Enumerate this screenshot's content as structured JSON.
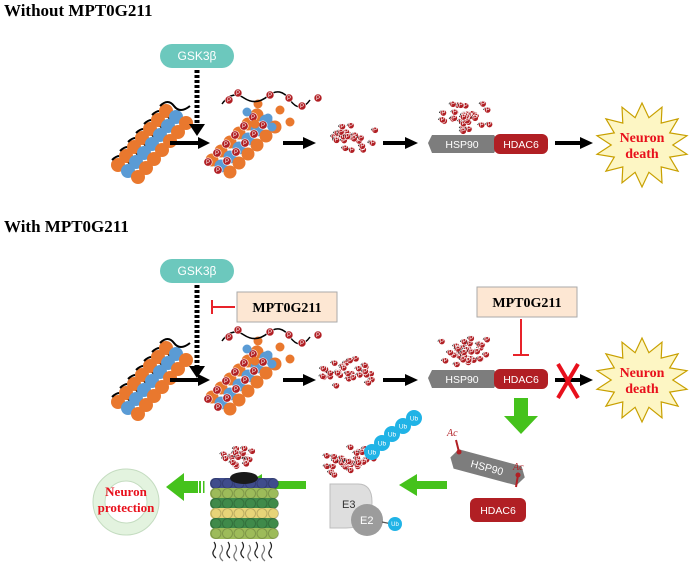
{
  "top": {
    "title": "Without MPT0G211",
    "gsk_label": "GSK3β",
    "hsp_label": "HSP90",
    "hdac_label": "HDAC6",
    "death_line1": "Neuron",
    "death_line2": "death"
  },
  "bottom": {
    "title": "With MPT0G211",
    "gsk_label": "GSK3β",
    "inhibitor_box1": "MPT0G211",
    "inhibitor_box2": "MPT0G211",
    "hsp_label": "HSP90",
    "hdac_label": "HDAC6",
    "death_line1": "Neuron",
    "death_line2": "death",
    "acetyl_hsp_label": "HSP90",
    "acetyl_mark": "Ac",
    "free_hdac_label": "HDAC6",
    "e3_label": "E3",
    "e2_label": "E2",
    "ub_label": "Ub",
    "protection_line1": "Neuron",
    "protection_line2": "protection"
  },
  "phospho_mark": "P",
  "colors": {
    "gsk": "#6cc8bd",
    "hsp90": "#7d7d7d",
    "hdac6": "#b11f24",
    "phospho": "#b11f24",
    "tubulin_orange": "#e9782e",
    "tubulin_blue": "#5a9bd5",
    "burst_fill": "#fdf6c4",
    "burst_stroke": "#c8a000",
    "inhibitor_box": "#fde7d3",
    "inhibitor_line": "#e8232a",
    "green_arrow": "#45c21c",
    "ubiquitin": "#20b3e6",
    "ring": "#e3f3df",
    "x_mark": "#e8101c"
  }
}
